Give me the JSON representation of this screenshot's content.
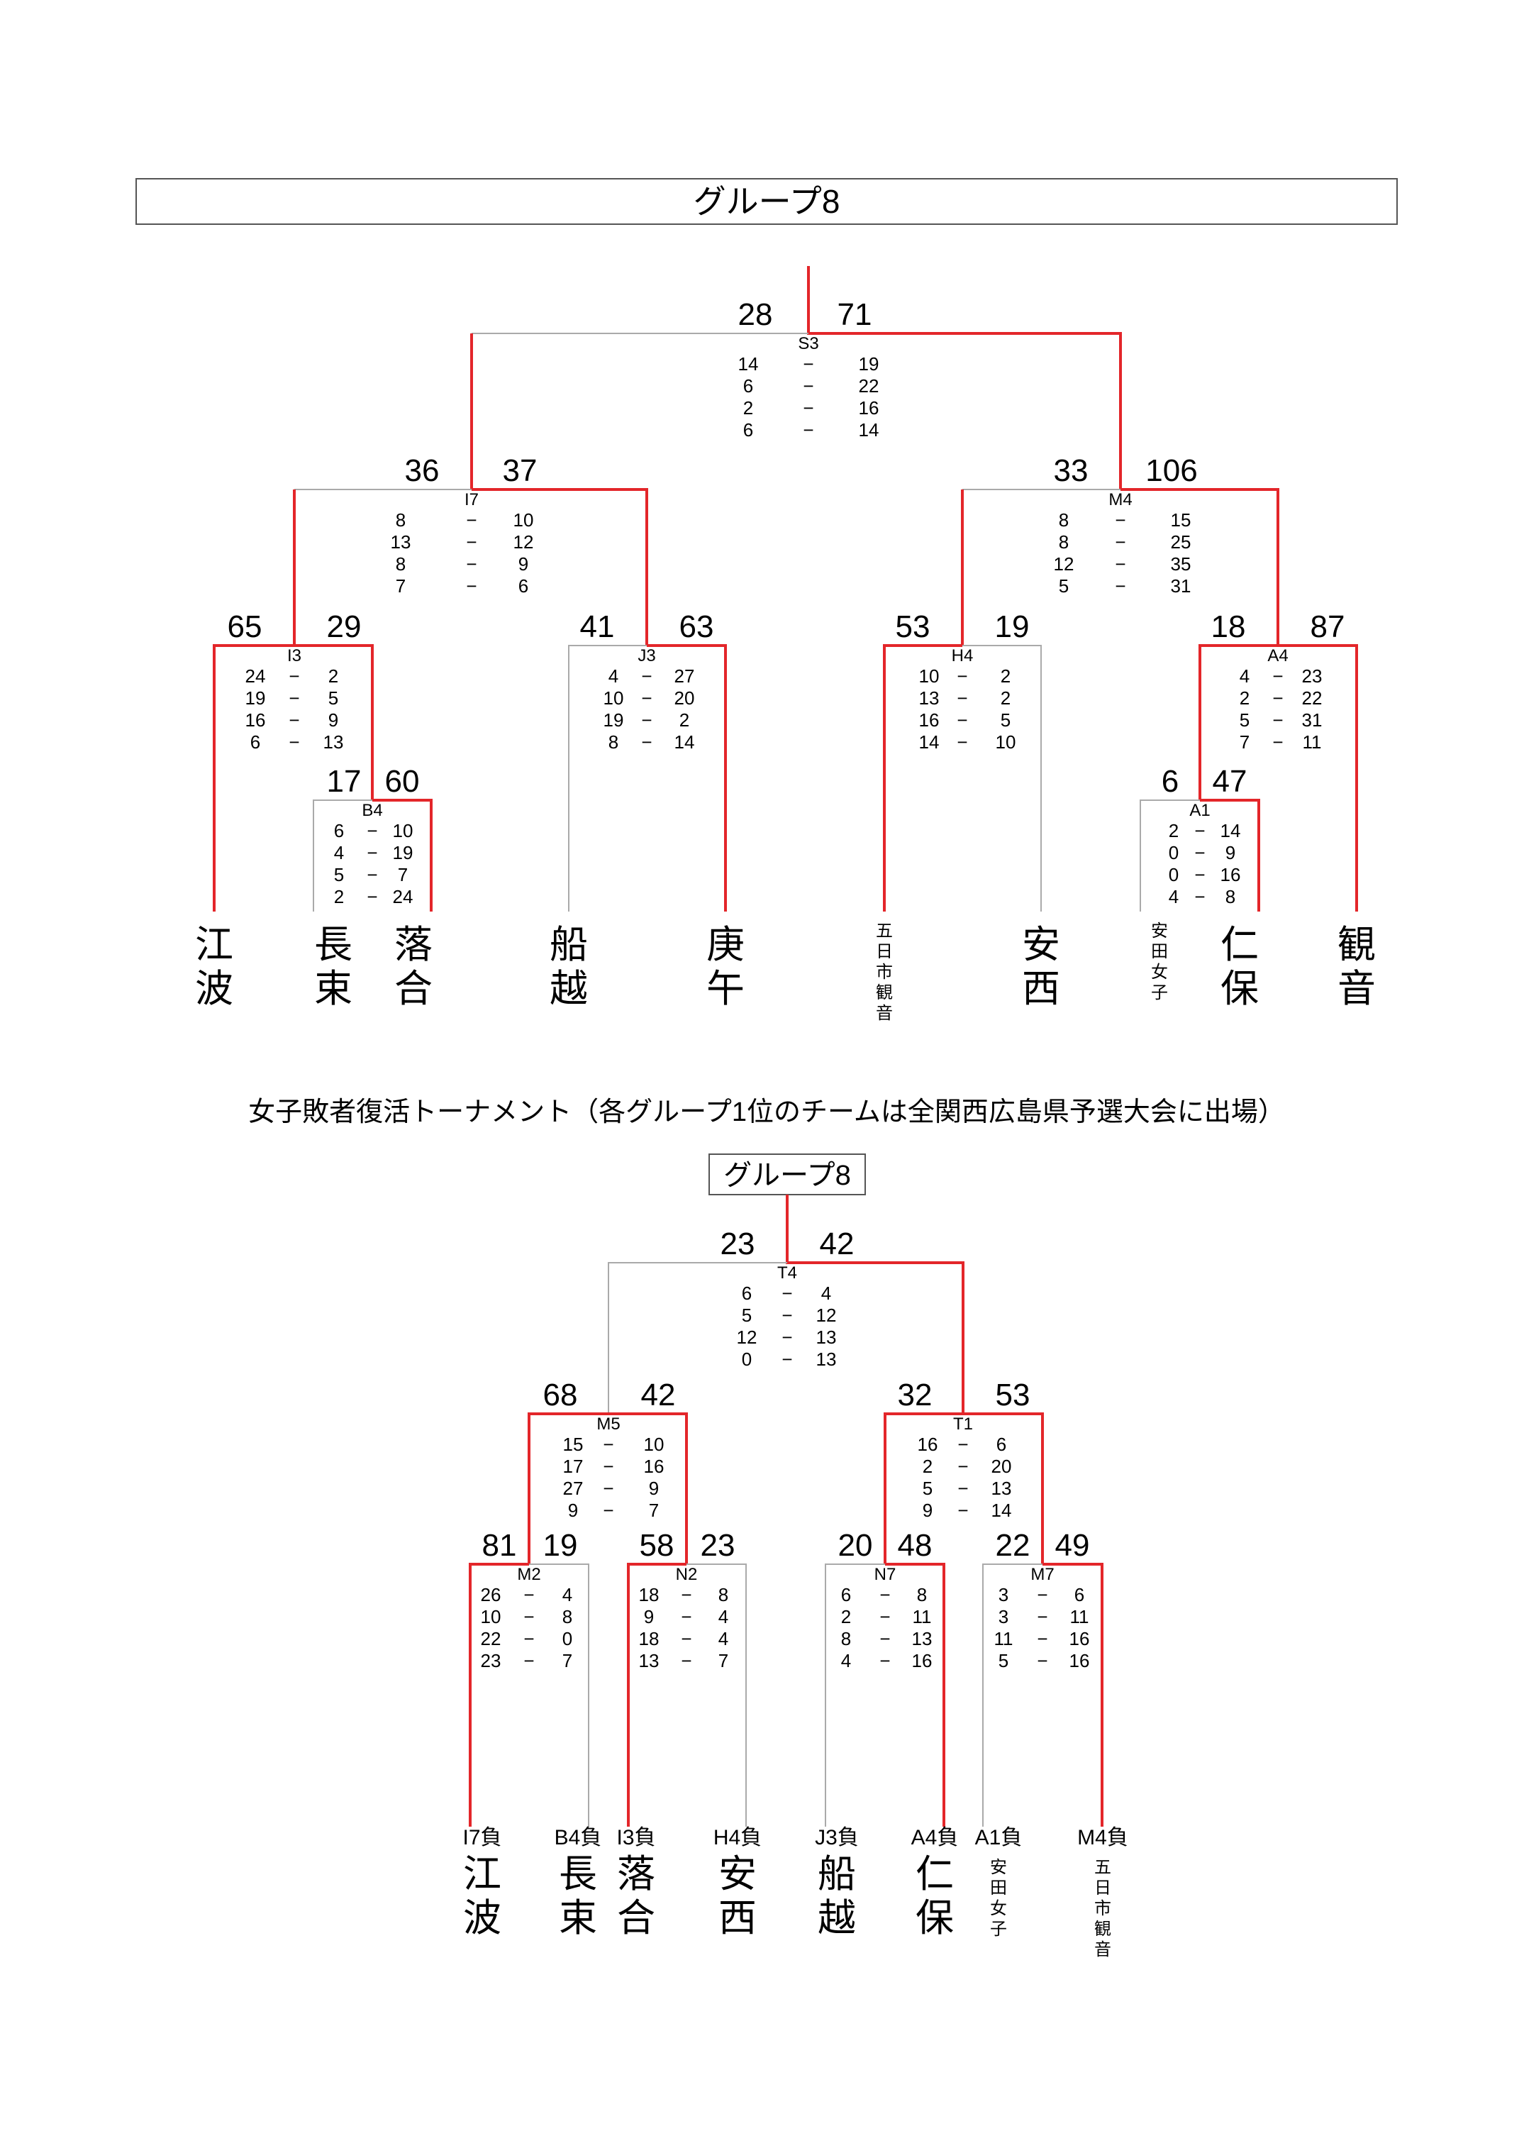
{
  "group_title": "グループ8",
  "subtitle": "女子敗者復活トーナメント（各グループ1位のチームは全関西広島県予選大会に出場）",
  "consolation_title": "グループ8",
  "main_bracket": {
    "teams": [
      "江波",
      "長束",
      "落合",
      "船越",
      "庚午",
      "五日市観音",
      "安西",
      "安田女子",
      "仁保",
      "観音"
    ],
    "matches": [
      {
        "id": "S3",
        "score_left": "28",
        "score_right": "71",
        "periods": [
          [
            "14",
            "19"
          ],
          [
            "6",
            "22"
          ],
          [
            "2",
            "16"
          ],
          [
            "6",
            "14"
          ]
        ]
      },
      {
        "id": "I7",
        "score_left": "36",
        "score_right": "37",
        "periods": [
          [
            "8",
            "10"
          ],
          [
            "13",
            "12"
          ],
          [
            "8",
            "9"
          ],
          [
            "7",
            "6"
          ]
        ]
      },
      {
        "id": "M4",
        "score_left": "33",
        "score_right": "106",
        "periods": [
          [
            "8",
            "15"
          ],
          [
            "8",
            "25"
          ],
          [
            "12",
            "35"
          ],
          [
            "5",
            "31"
          ]
        ]
      },
      {
        "id": "I3",
        "score_left": "65",
        "score_right": "29",
        "periods": [
          [
            "24",
            "2"
          ],
          [
            "19",
            "5"
          ],
          [
            "16",
            "9"
          ],
          [
            "6",
            "13"
          ]
        ]
      },
      {
        "id": "J3",
        "score_left": "41",
        "score_right": "63",
        "periods": [
          [
            "4",
            "27"
          ],
          [
            "10",
            "20"
          ],
          [
            "19",
            "2"
          ],
          [
            "8",
            "14"
          ]
        ]
      },
      {
        "id": "H4",
        "score_left": "53",
        "score_right": "19",
        "periods": [
          [
            "10",
            "2"
          ],
          [
            "13",
            "2"
          ],
          [
            "16",
            "5"
          ],
          [
            "14",
            "10"
          ]
        ]
      },
      {
        "id": "A4",
        "score_left": "18",
        "score_right": "87",
        "periods": [
          [
            "4",
            "23"
          ],
          [
            "2",
            "22"
          ],
          [
            "5",
            "31"
          ],
          [
            "7",
            "11"
          ]
        ]
      },
      {
        "id": "B4",
        "score_left": "17",
        "score_right": "60",
        "periods": [
          [
            "6",
            "10"
          ],
          [
            "4",
            "19"
          ],
          [
            "5",
            "7"
          ],
          [
            "2",
            "24"
          ]
        ]
      },
      {
        "id": "A1",
        "score_left": "6",
        "score_right": "47",
        "periods": [
          [
            "2",
            "14"
          ],
          [
            "0",
            "9"
          ],
          [
            "0",
            "16"
          ],
          [
            "4",
            "8"
          ]
        ]
      }
    ]
  },
  "consolation_bracket": {
    "entries": [
      {
        "slot": "I7負",
        "team": "江波"
      },
      {
        "slot": "B4負",
        "team": "長束"
      },
      {
        "slot": "I3負",
        "team": "落合"
      },
      {
        "slot": "H4負",
        "team": "安西"
      },
      {
        "slot": "J3負",
        "team": "船越"
      },
      {
        "slot": "A4負",
        "team": "仁保"
      },
      {
        "slot": "A1負",
        "team": "安田女子"
      },
      {
        "slot": "M4負",
        "team": "五日市観音"
      }
    ],
    "matches": [
      {
        "id": "T4",
        "score_left": "23",
        "score_right": "42",
        "periods": [
          [
            "6",
            "4"
          ],
          [
            "5",
            "12"
          ],
          [
            "12",
            "13"
          ],
          [
            "0",
            "13"
          ]
        ]
      },
      {
        "id": "M5",
        "score_left": "68",
        "score_right": "42",
        "periods": [
          [
            "15",
            "10"
          ],
          [
            "17",
            "16"
          ],
          [
            "27",
            "9"
          ],
          [
            "9",
            "7"
          ]
        ]
      },
      {
        "id": "T1",
        "score_left": "32",
        "score_right": "53",
        "periods": [
          [
            "16",
            "6"
          ],
          [
            "2",
            "20"
          ],
          [
            "5",
            "13"
          ],
          [
            "9",
            "14"
          ]
        ]
      },
      {
        "id": "M2",
        "score_left": "81",
        "score_right": "19",
        "periods": [
          [
            "26",
            "4"
          ],
          [
            "10",
            "8"
          ],
          [
            "22",
            "0"
          ],
          [
            "23",
            "7"
          ]
        ]
      },
      {
        "id": "N2",
        "score_left": "58",
        "score_right": "23",
        "periods": [
          [
            "18",
            "8"
          ],
          [
            "9",
            "4"
          ],
          [
            "18",
            "4"
          ],
          [
            "13",
            "7"
          ]
        ]
      },
      {
        "id": "N7",
        "score_left": "20",
        "score_right": "48",
        "periods": [
          [
            "6",
            "8"
          ],
          [
            "2",
            "11"
          ],
          [
            "8",
            "13"
          ],
          [
            "4",
            "16"
          ]
        ]
      },
      {
        "id": "M7",
        "score_left": "22",
        "score_right": "49",
        "periods": [
          [
            "3",
            "6"
          ],
          [
            "3",
            "11"
          ],
          [
            "11",
            "16"
          ],
          [
            "5",
            "16"
          ]
        ]
      }
    ]
  },
  "colors": {
    "winner_line": "#e3262a",
    "loser_line": "#aaaaaa"
  }
}
